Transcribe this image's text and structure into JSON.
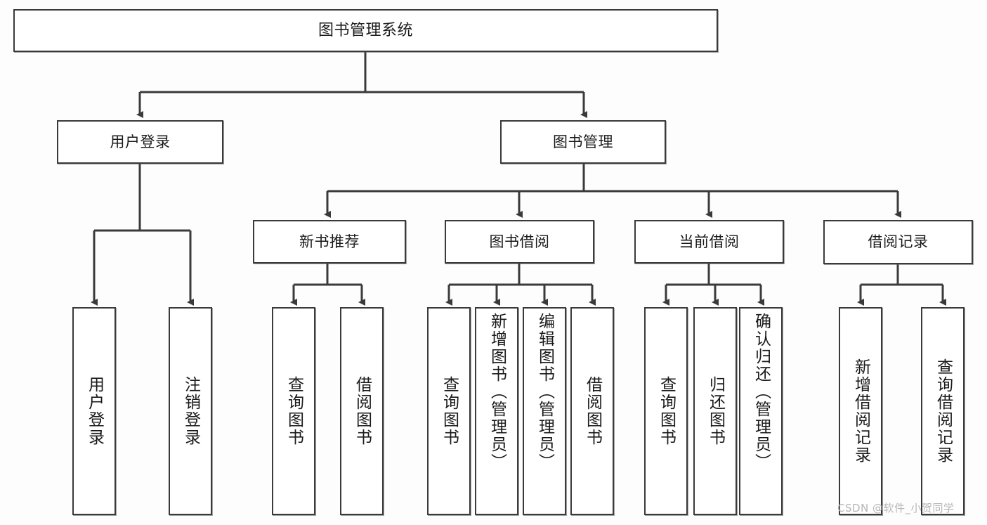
{
  "diagram": {
    "title": "图书管理系统",
    "type": "tree-hierarchy",
    "watermark": "CSDN @软件_小贺同学",
    "root": {
      "id": "root",
      "label": "图书管理系统"
    },
    "level1": [
      {
        "id": "user-login",
        "label": "用户登录"
      },
      {
        "id": "book-manage",
        "label": "图书管理"
      }
    ],
    "level2": [
      {
        "id": "new-book-rec",
        "label": "新书推荐",
        "parent": "book-manage"
      },
      {
        "id": "book-borrow",
        "label": "图书借阅",
        "parent": "book-manage"
      },
      {
        "id": "current-borrow",
        "label": "当前借阅",
        "parent": "book-manage"
      },
      {
        "id": "borrow-record",
        "label": "借阅记录",
        "parent": "book-manage"
      }
    ],
    "leaves": {
      "user_login": [
        {
          "id": "leaf-user-login",
          "label": "用户登录"
        },
        {
          "id": "leaf-logout",
          "label": "注销登录"
        }
      ],
      "new_book_rec": [
        {
          "id": "leaf-query-book-1",
          "label": "查询图书"
        },
        {
          "id": "leaf-borrow-book-1",
          "label": "借阅图书"
        }
      ],
      "book_borrow": [
        {
          "id": "leaf-query-book-2",
          "label": "查询图书"
        },
        {
          "id": "leaf-add-book",
          "label": "新增图书（管理员）"
        },
        {
          "id": "leaf-edit-book",
          "label": "编辑图书（管理员）"
        },
        {
          "id": "leaf-borrow-book-2",
          "label": "借阅图书"
        }
      ],
      "current_borrow": [
        {
          "id": "leaf-query-book-3",
          "label": "查询图书"
        },
        {
          "id": "leaf-return-book",
          "label": "归还图书"
        },
        {
          "id": "leaf-confirm-return",
          "label": "确认归还（管理员）"
        }
      ],
      "borrow_record": [
        {
          "id": "leaf-add-record",
          "label": "新增借阅记录"
        },
        {
          "id": "leaf-query-record",
          "label": "查询借阅记录"
        }
      ]
    },
    "colors": {
      "border": "#3a3a3a",
      "fill": "#ffffff",
      "text": "#1a1a1a",
      "edge": "#3a3a3a",
      "background": "#fdfdfd",
      "watermark": "#b6b6b6"
    }
  }
}
